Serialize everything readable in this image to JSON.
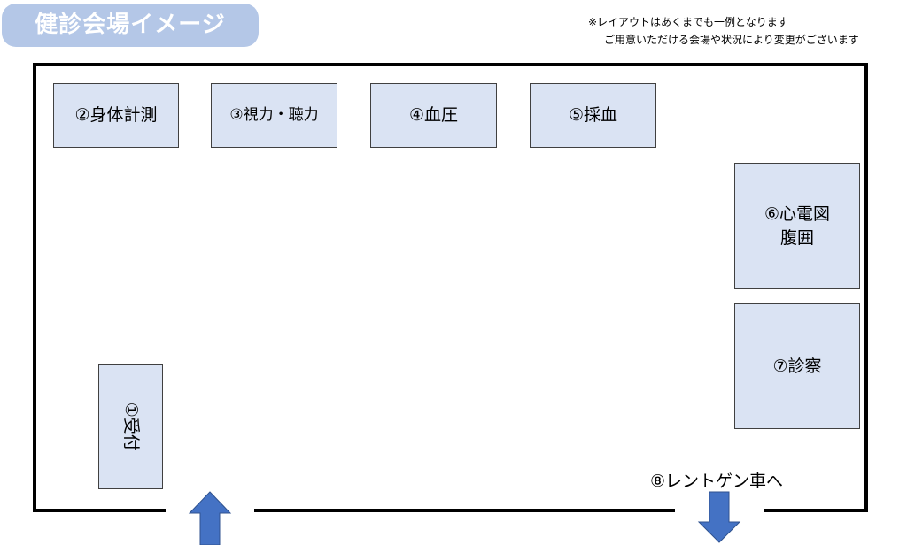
{
  "title": "健診会場イメージ",
  "notes": [
    "※レイアウトはあくまでも一例となります",
    "ご用意いただける会場や状況により変更がございます"
  ],
  "booths": [
    {
      "id": "reception",
      "lines": [
        "①受付"
      ]
    },
    {
      "id": "body-measurement",
      "lines": [
        "②身体計測"
      ]
    },
    {
      "id": "vision-hearing",
      "lines": [
        "③視力・聴力"
      ]
    },
    {
      "id": "blood-pressure",
      "lines": [
        "④血圧"
      ]
    },
    {
      "id": "blood-draw",
      "lines": [
        "⑤採血"
      ]
    },
    {
      "id": "ecg-waist",
      "lines": [
        "⑥心電図",
        "腹囲"
      ]
    },
    {
      "id": "consultation",
      "lines": [
        "⑦診察"
      ]
    }
  ],
  "exit_label": "⑧レントゲン車へ",
  "colors": {
    "booth_fill": "#dae3f3",
    "title_fill": "#b4c7e7",
    "arrow": "#4472c4"
  }
}
